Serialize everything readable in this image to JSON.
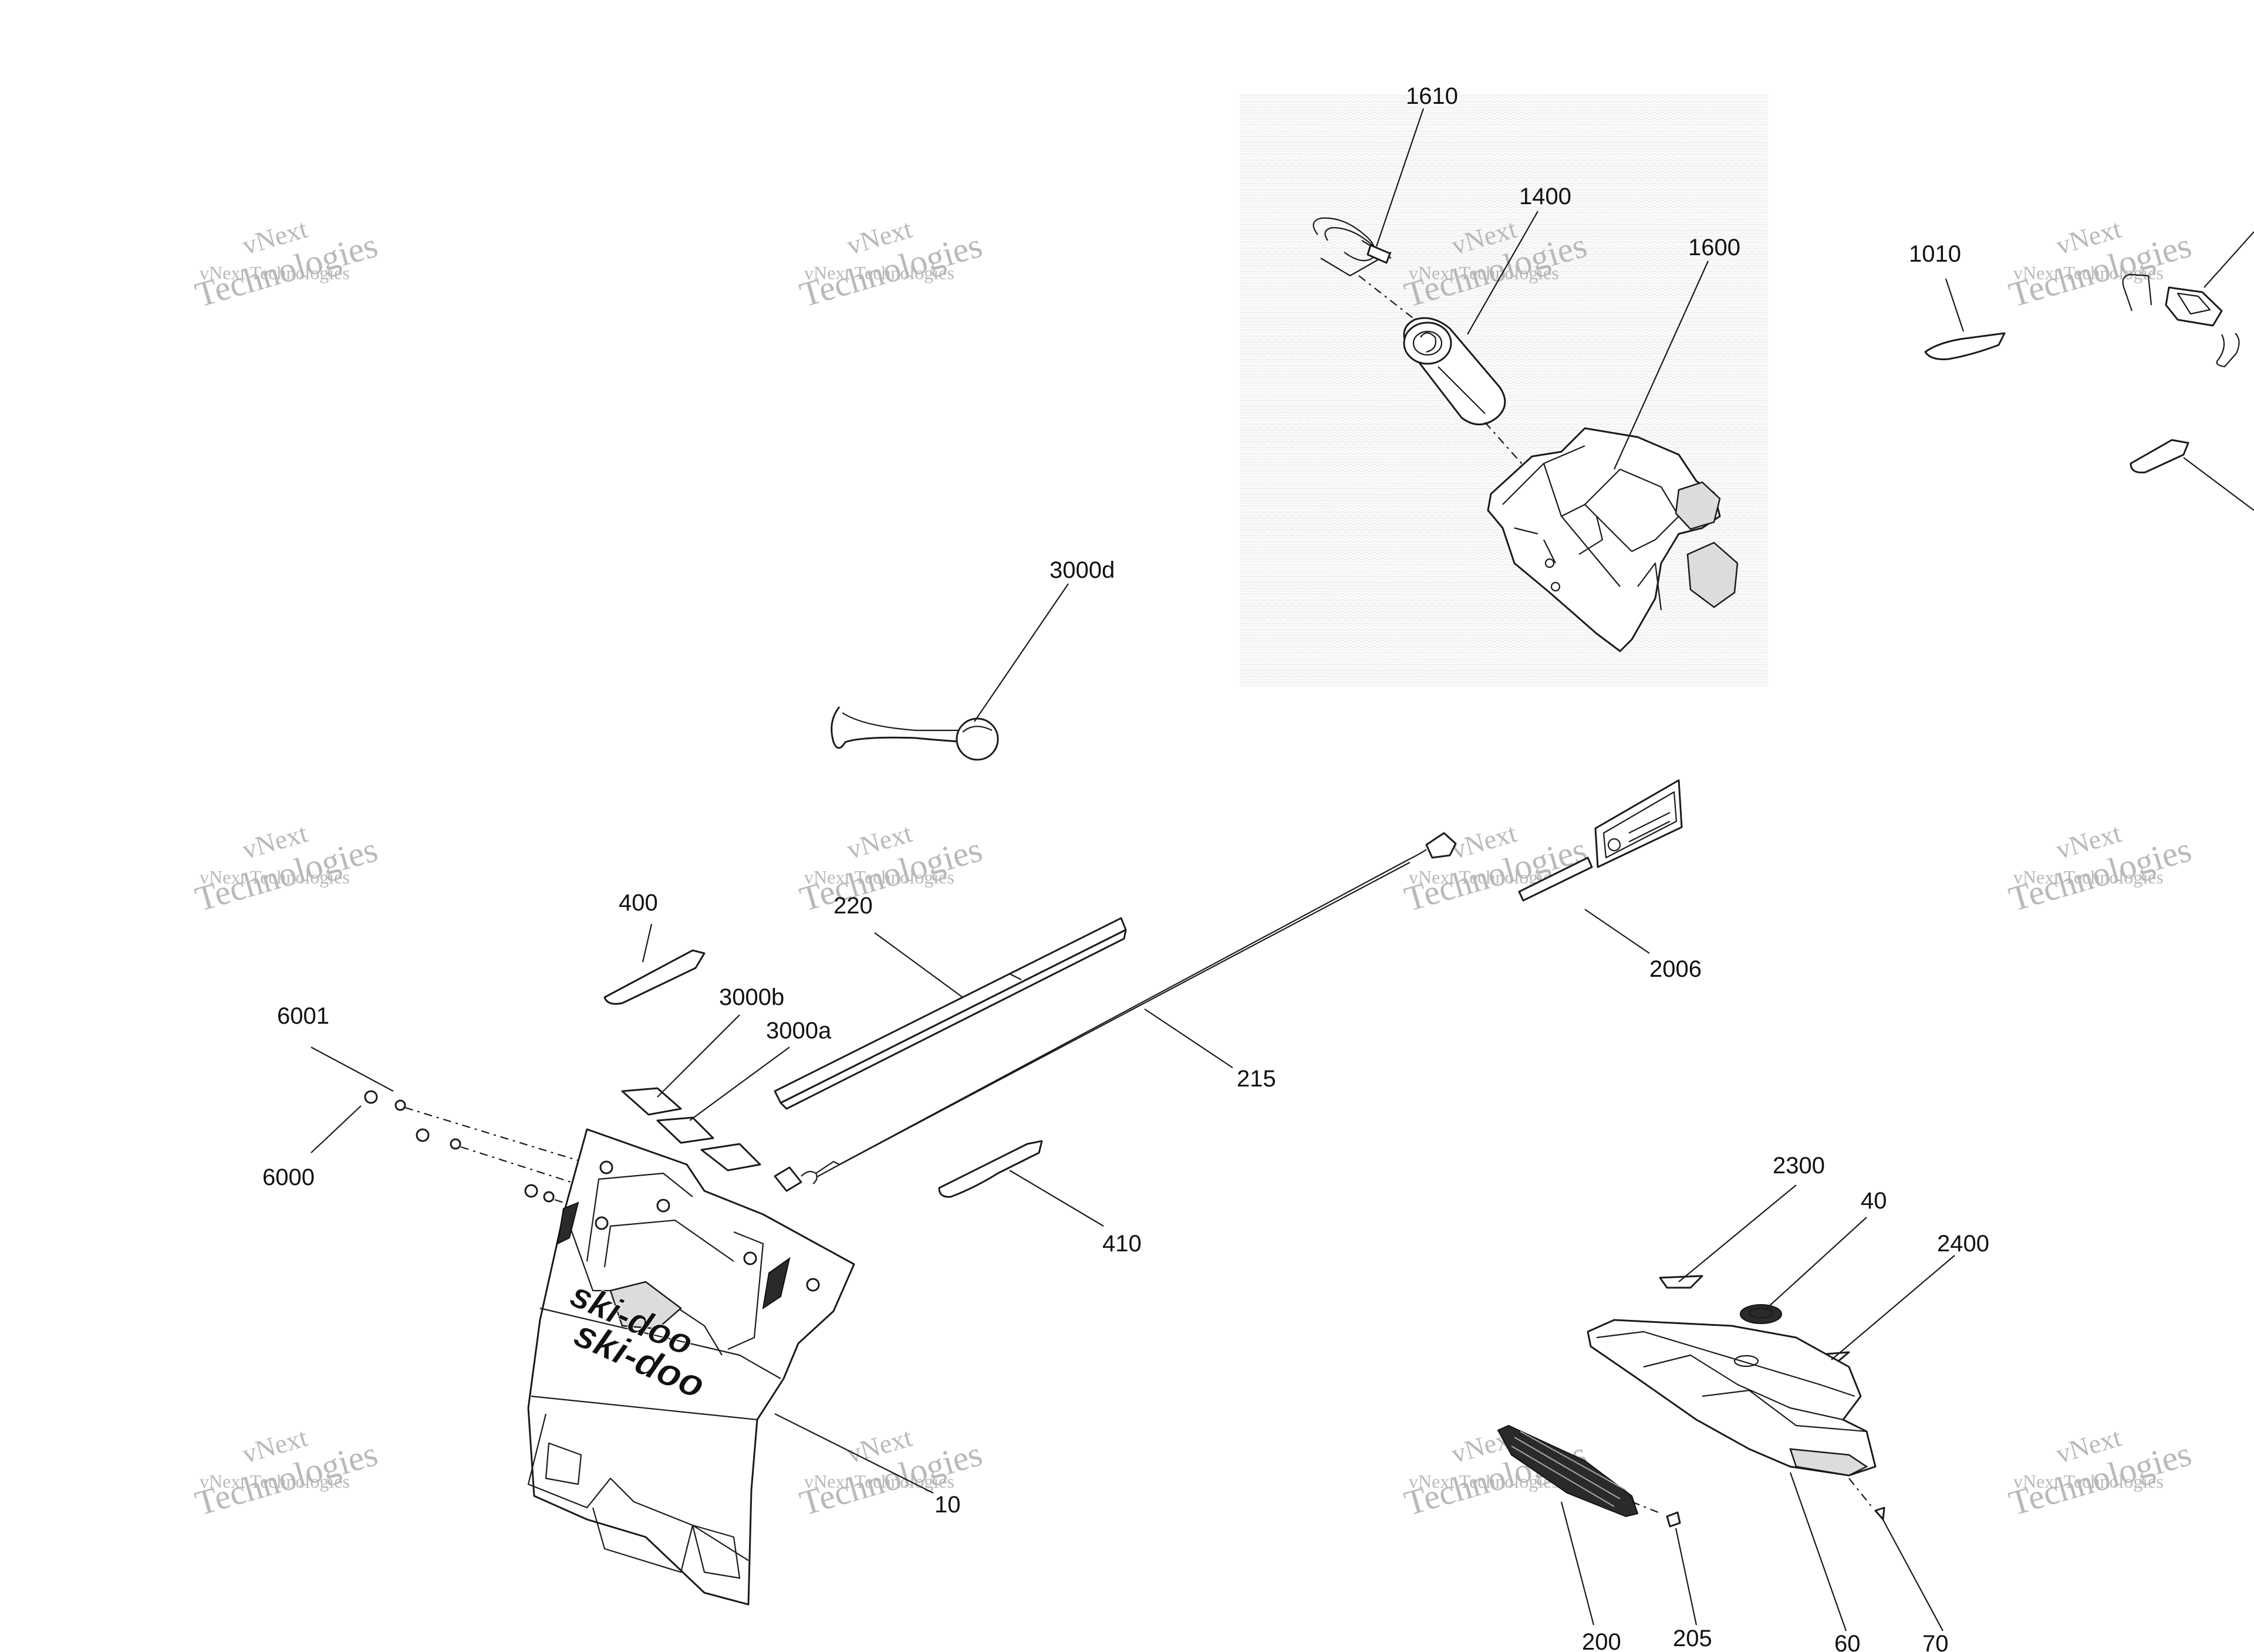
{
  "watermark": {
    "line1": "vNext",
    "line2": "Technologies",
    "line3": "vNext Technologies"
  },
  "callouts": {
    "c1610": "1610",
    "c1400": "1400",
    "c1600": "1600",
    "c1010": "1010",
    "c3000d": "3000d",
    "c400": "400",
    "c220": "220",
    "c2006": "2006",
    "c3000b": "3000b",
    "c3000a": "3000a",
    "c6001": "6001",
    "c6000": "6000",
    "c215": "215",
    "c410": "410",
    "c2300": "2300",
    "c40": "40",
    "c2400": "2400",
    "c10": "10",
    "c200": "200",
    "c205": "205",
    "c60": "60",
    "c70": "70"
  },
  "logos": {
    "brand": "ski-doo"
  }
}
